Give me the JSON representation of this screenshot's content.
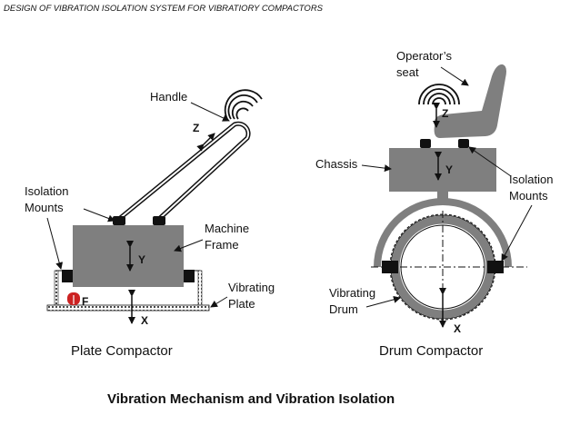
{
  "header": "DESIGN OF VIBRATION  ISOLATION SYSTEM  FOR VIBRATIORY COMPACTORS",
  "plate": {
    "handle": "Handle",
    "isolation_1": "Isolation",
    "isolation_2": "Mounts",
    "machine_1": "Machine",
    "machine_2": "Frame",
    "vibrating_1": "Vibrating",
    "vibrating_2": "Plate",
    "axis_z": "Z",
    "axis_y": "Y",
    "axis_x": "X",
    "force": "F",
    "caption": "Plate Compactor"
  },
  "drum": {
    "seat_1": "Operator’s",
    "seat_2": "seat",
    "chassis": "Chassis",
    "isolation_1": "Isolation",
    "isolation_2": "Mounts",
    "vibrating_1": "Vibrating",
    "vibrating_2": "Drum",
    "axis_z": "Z",
    "axis_y": "Y",
    "axis_x": "X",
    "caption": "Drum Compactor"
  },
  "footer": "Vibration Mechanism and Vibration Isolation",
  "colors": {
    "body": "#7f7f7f",
    "mount": "#111111",
    "force": "#cc2222",
    "stroke": "#111111"
  }
}
